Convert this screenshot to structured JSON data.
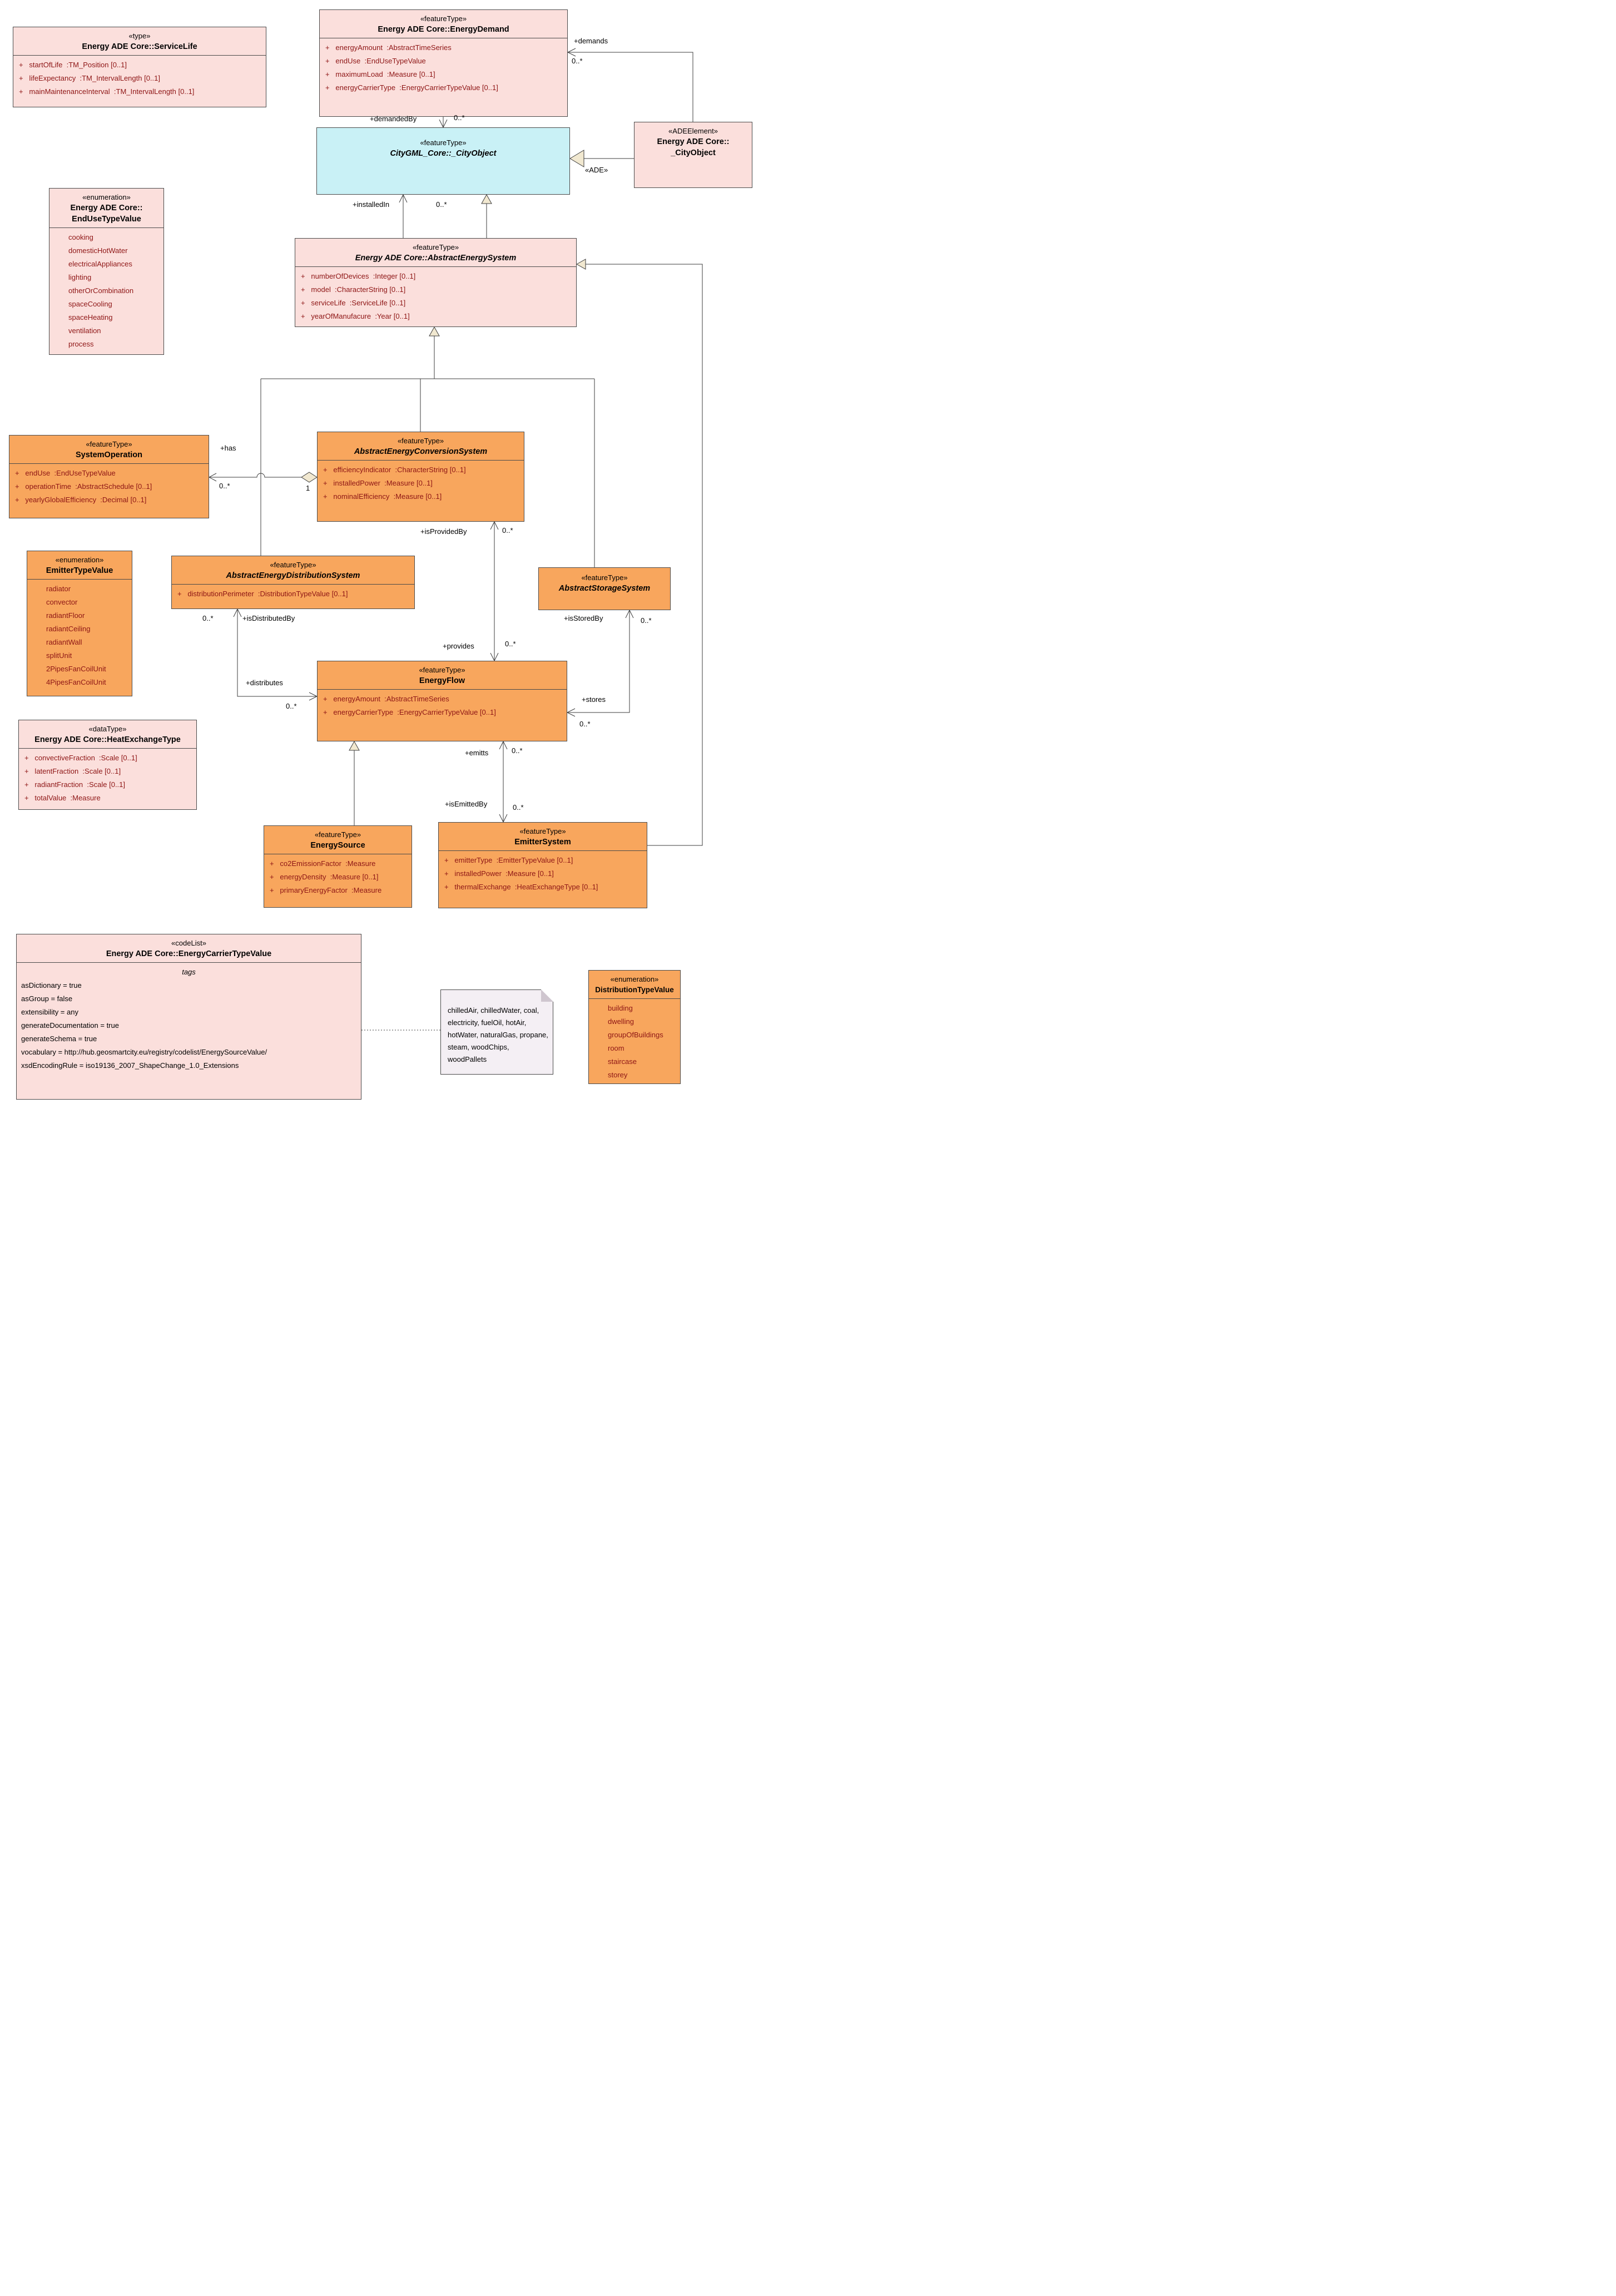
{
  "diagram_title": "Energy ADE Core UML class diagram",
  "colors": {
    "feature_pink": "#fbdfdc",
    "feature_orange": "#f8a65d",
    "cityobject_cyan": "#c9f1f6",
    "note_bg": "#f4eff4",
    "attribute_text": "#8e1515",
    "arrow_fill": "#f1e8d0"
  },
  "classes": [
    {
      "id": "serviceLife",
      "theme": "pink",
      "abstract": false,
      "stereotype": "«type»",
      "name": "Energy ADE Core::ServiceLife",
      "member_style": "attr",
      "members": [
        "+   startOfLife  :TM_Position [0..1]",
        "+   lifeExpectancy  :TM_IntervalLength [0..1]",
        "+   mainMaintenanceInterval  :TM_IntervalLength [0..1]"
      ]
    },
    {
      "id": "energyDemand",
      "theme": "pink",
      "abstract": false,
      "stereotype": "«featureType»",
      "name": "Energy ADE Core::EnergyDemand",
      "member_style": "attr",
      "members": [
        "+   energyAmount  :AbstractTimeSeries",
        "+   endUse  :EndUseTypeValue",
        "+   maximumLoad  :Measure [0..1]",
        "+   energyCarrierType  :EnergyCarrierTypeValue [0..1]"
      ]
    },
    {
      "id": "cityObject",
      "theme": "cyan",
      "abstract": true,
      "stereotype": "«featureType»",
      "name": "CityGML_Core::_CityObject",
      "member_style": "attr",
      "members": []
    },
    {
      "id": "adeElement",
      "theme": "pink",
      "abstract": false,
      "stereotype": "«ADEElement»",
      "name": "Energy ADE Core::\n_CityObject",
      "member_style": "attr",
      "members": []
    },
    {
      "id": "endUseTypeValue",
      "theme": "pink",
      "abstract": false,
      "stereotype": "«enumeration»",
      "name": "Energy ADE Core::\nEndUseTypeValue",
      "member_style": "enum",
      "members": [
        "cooking",
        "domesticHotWater",
        "electricalAppliances",
        "lighting",
        "otherOrCombination",
        "spaceCooling",
        "spaceHeating",
        "ventilation",
        "process"
      ]
    },
    {
      "id": "abstractEnergySystem",
      "theme": "pink",
      "abstract": true,
      "stereotype": "«featureType»",
      "name": "Energy ADE Core::AbstractEnergySystem",
      "member_style": "attr",
      "members": [
        "+   numberOfDevices  :Integer [0..1]",
        "+   model  :CharacterString [0..1]",
        "+   serviceLife  :ServiceLife [0..1]",
        "+   yearOfManufacure  :Year [0..1]"
      ]
    },
    {
      "id": "systemOperation",
      "theme": "orange",
      "abstract": false,
      "stereotype": "«featureType»",
      "name": "SystemOperation",
      "member_style": "attr",
      "members": [
        "+   endUse  :EndUseTypeValue",
        "+   operationTime  :AbstractSchedule [0..1]",
        "+   yearlyGlobalEfficiency  :Decimal [0..1]"
      ]
    },
    {
      "id": "abstractEnergyConversionSystem",
      "theme": "orange",
      "abstract": true,
      "stereotype": "«featureType»",
      "name": "AbstractEnergyConversionSystem",
      "member_style": "attr",
      "members": [
        "+   efficiencyIndicator  :CharacterString [0..1]",
        "+   installedPower  :Measure [0..1]",
        "+   nominalEfficiency  :Measure [0..1]"
      ]
    },
    {
      "id": "emitterTypeValue",
      "theme": "orange",
      "abstract": false,
      "stereotype": "«enumeration»",
      "name": "EmitterTypeValue",
      "member_style": "enum",
      "members": [
        "radiator",
        "convector",
        "radiantFloor",
        "radiantCeiling",
        "radiantWall",
        "splitUnit",
        "2PipesFanCoilUnit",
        "4PipesFanCoilUnit"
      ]
    },
    {
      "id": "abstractEnergyDistributionSystem",
      "theme": "orange",
      "abstract": true,
      "stereotype": "«featureType»",
      "name": "AbstractEnergyDistributionSystem",
      "member_style": "attr",
      "members": [
        "+   distributionPerimeter  :DistributionTypeValue [0..1]"
      ]
    },
    {
      "id": "abstractStorageSystem",
      "theme": "orange",
      "abstract": true,
      "stereotype": "«featureType»",
      "name": "AbstractStorageSystem",
      "member_style": "attr",
      "members": []
    },
    {
      "id": "energyFlow",
      "theme": "orange",
      "abstract": false,
      "stereotype": "«featureType»",
      "name": "EnergyFlow",
      "member_style": "attr",
      "members": [
        "+   energyAmount  :AbstractTimeSeries",
        "+   energyCarrierType  :EnergyCarrierTypeValue [0..1]"
      ]
    },
    {
      "id": "heatExchangeType",
      "theme": "pink",
      "abstract": false,
      "stereotype": "«dataType»",
      "name": "Energy ADE Core::HeatExchangeType",
      "member_style": "attr",
      "members": [
        "+   convectiveFraction  :Scale [0..1]",
        "+   latentFraction  :Scale [0..1]",
        "+   radiantFraction  :Scale [0..1]",
        "+   totalValue  :Measure"
      ]
    },
    {
      "id": "energySource",
      "theme": "orange",
      "abstract": false,
      "stereotype": "«featureType»",
      "name": "EnergySource",
      "member_style": "attr",
      "members": [
        "+   co2EmissionFactor  :Measure",
        "+   energyDensity  :Measure [0..1]",
        "+   primaryEnergyFactor  :Measure"
      ]
    },
    {
      "id": "emitterSystem",
      "theme": "orange",
      "abstract": false,
      "stereotype": "«featureType»",
      "name": "EmitterSystem",
      "member_style": "attr",
      "members": [
        "+   emitterType  :EmitterTypeValue [0..1]",
        "+   installedPower  :Measure [0..1]",
        "+   thermalExchange  :HeatExchangeType [0..1]"
      ]
    },
    {
      "id": "energyCarrierTypeValue",
      "theme": "pink",
      "abstract": false,
      "stereotype": "«codeList»",
      "name": "Energy ADE Core::EnergyCarrierTypeValue",
      "section_label": "tags",
      "member_style": "tag",
      "members": [
        "asDictionary = true",
        "asGroup = false",
        "extensibility = any",
        "generateDocumentation = true",
        "generateSchema = true",
        "vocabulary = http://hub.geosmartcity.eu/registry/codelist/EnergySourceValue/",
        "xsdEncodingRule = iso19136_2007_ShapeChange_1.0_Extensions"
      ]
    },
    {
      "id": "distributionTypeValue",
      "theme": "orange",
      "abstract": false,
      "stereotype": "«enumeration»",
      "name": "DistributionTypeValue",
      "member_style": "enum",
      "members": [
        "building",
        "dwelling",
        "groupOfBuildings",
        "room",
        "staircase",
        "storey"
      ]
    }
  ],
  "labels": {
    "demands": "+demands",
    "demanded_by": "+demandedBy",
    "installed_in": "+installedIn",
    "ade": "«ADE»",
    "has": "+has",
    "one": "1",
    "many": "0..*",
    "is_provided_by": "+isProvidedBy",
    "provides": "+provides",
    "is_distributed_by": "+isDistributedBy",
    "distributes": "+distributes",
    "is_stored_by": "+isStoredBy",
    "stores": "+stores",
    "emitts": "+emitts",
    "is_emitted_by": "+isEmittedBy"
  },
  "note": {
    "text": "chilledAir, chilledWater, coal, electricity, fuelOil, hotAir, hotWater, naturalGas, propane, steam, woodChips, woodPallets"
  }
}
